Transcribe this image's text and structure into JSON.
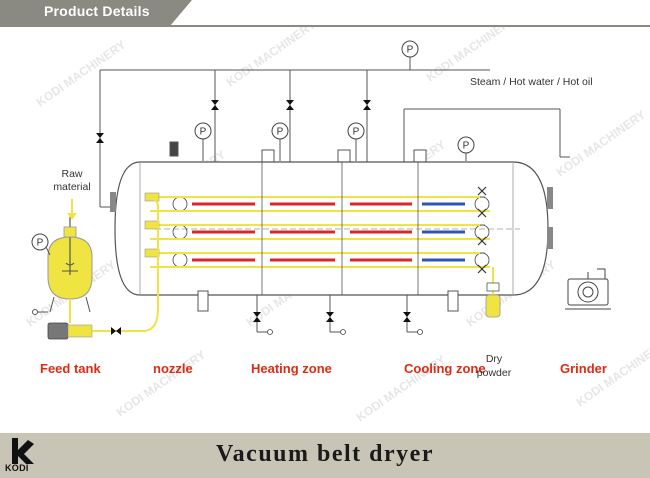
{
  "header": {
    "title": "Product Details"
  },
  "labels": {
    "supply": "Steam / Hot water / Hot oil",
    "raw_line1": "Raw",
    "raw_line2": "material",
    "feed_tank": "Feed tank",
    "nozzle": "nozzle",
    "heating_zone": "Heating zone",
    "cooling_zone": "Cooling zone",
    "dry_line1": "Dry",
    "dry_line2": "powder",
    "grinder": "Grinder",
    "pressure_symbol": "P"
  },
  "footer": {
    "title": "Vacuum belt dryer",
    "logo": "KODI"
  },
  "watermark": "KODI MACHINERY",
  "colors": {
    "heating": "#d8262a",
    "cooling": "#2e54b8",
    "flow": "#f0e443",
    "label": "#e02a12",
    "footer_bg": "#c9c5b6"
  },
  "icons": [
    "pressure-gauge-icon",
    "valve-icon",
    "pump-icon",
    "grinder-icon",
    "feed-tank-icon",
    "logo-icon"
  ]
}
